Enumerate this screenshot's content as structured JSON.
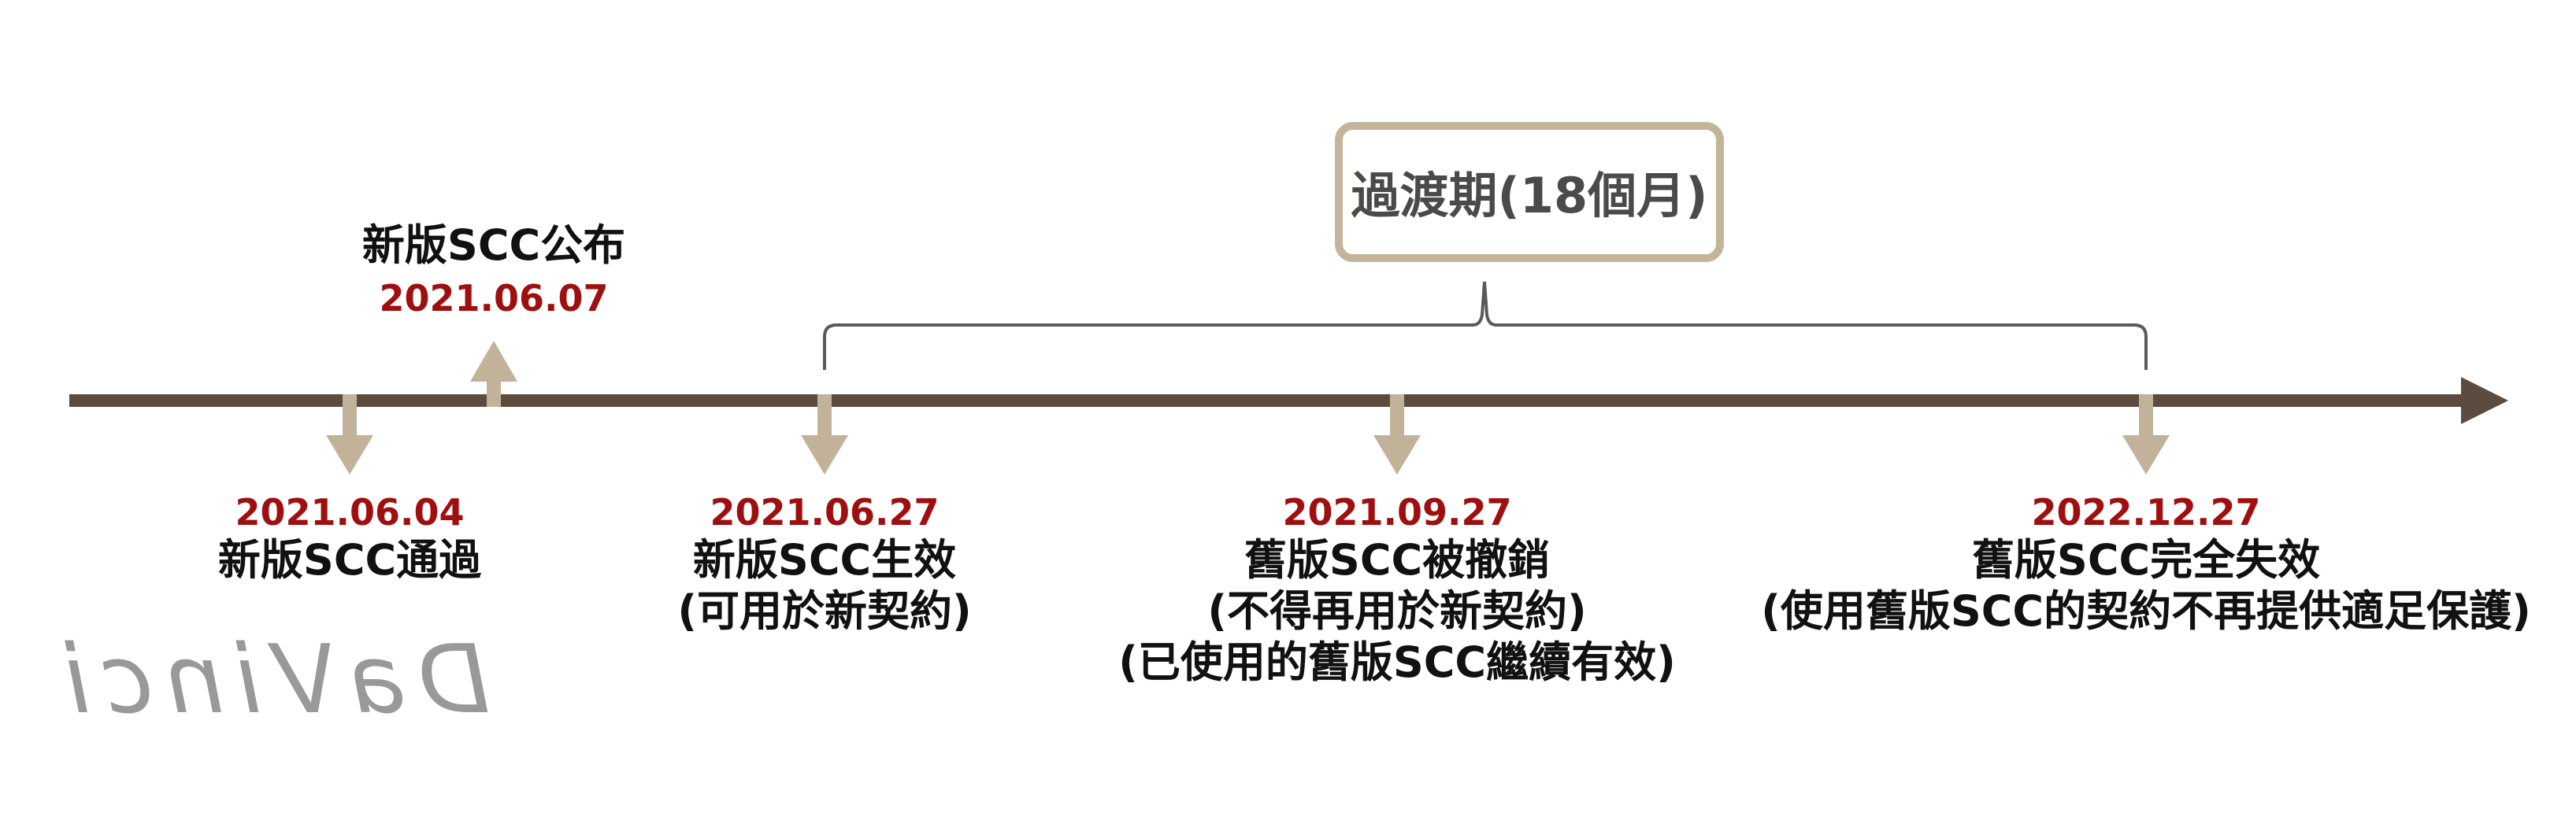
{
  "colors": {
    "axis": "#5b4c3f",
    "marker": "#c2b29a",
    "date": "#a00f0f",
    "text": "#111111",
    "bracket": "#5a5a5a",
    "box_border": "#c3b59b",
    "box_text": "#4a4a4a",
    "watermark": "#888888"
  },
  "period": {
    "label": "過渡期(18個月)"
  },
  "events": [
    {
      "date": "2021.06.04",
      "lines": [
        "新版SCC通過"
      ],
      "direction": "down"
    },
    {
      "date": "2021.06.07",
      "lines": [
        "新版SCC公布"
      ],
      "direction": "up"
    },
    {
      "date": "2021.06.27",
      "lines": [
        "新版SCC生效",
        "(可用於新契約)"
      ],
      "direction": "down"
    },
    {
      "date": "2021.09.27",
      "lines": [
        "舊版SCC被撤銷",
        "(不得再用於新契約)",
        "(已使用的舊版SCC繼續有效)"
      ],
      "direction": "down"
    },
    {
      "date": "2022.12.27",
      "lines": [
        "舊版SCC完全失效",
        "(使用舊版SCC的契約不再提供適足保護)"
      ],
      "direction": "down"
    }
  ],
  "watermark": {
    "text": "DaVinci"
  }
}
